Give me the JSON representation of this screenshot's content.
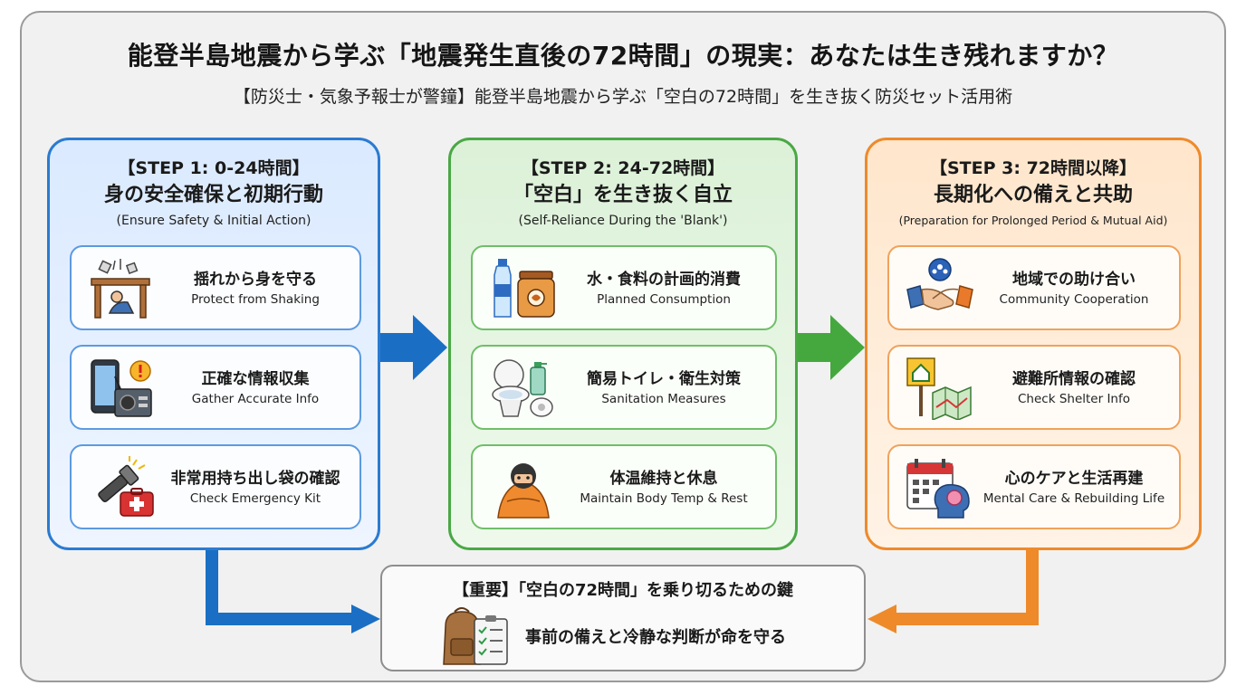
{
  "title": "能登半島地震から学ぶ「地震発生直後の72時間」の現実：あなたは生き残れますか？",
  "subtitle": "【防災士・気象予報士が警鐘】能登半島地震から学ぶ「空白の72時間」を生き抜く防災セット活用術",
  "colors": {
    "step1": "#2a7bd1",
    "step2": "#4aa845",
    "step3": "#ee8a2a"
  },
  "steps": [
    {
      "label": "【STEP 1: 0-24時間】",
      "title": "身の安全確保と初期行動",
      "title_en": "(Ensure Safety & Initial Action)",
      "items": [
        {
          "jp": "揺れから身を守る",
          "en": "Protect from Shaking",
          "icon": "desk-shelter-icon"
        },
        {
          "jp": "正確な情報収集",
          "en": "Gather Accurate Info",
          "icon": "phone-radio-icon"
        },
        {
          "jp": "非常用持ち出し袋の確認",
          "en": "Check Emergency Kit",
          "icon": "flashlight-first-aid-icon"
        }
      ]
    },
    {
      "label": "【STEP 2: 24-72時間】",
      "title": "「空白」を生き抜く自立",
      "title_en": "(Self-Reliance During the 'Blank')",
      "items": [
        {
          "jp": "水・食料の計画的消費",
          "en": "Planned Consumption",
          "icon": "water-food-icon"
        },
        {
          "jp": "簡易トイレ・衛生対策",
          "en": "Sanitation Measures",
          "icon": "toilet-sanitizer-icon"
        },
        {
          "jp": "体温維持と休息",
          "en": "Maintain Body Temp & Rest",
          "icon": "blanket-person-icon"
        }
      ]
    },
    {
      "label": "【STEP 3: 72時間以降】",
      "title": "長期化への備えと共助",
      "title_en": "(Preparation for Prolonged Period & Mutual Aid)",
      "items": [
        {
          "jp": "地域での助け合い",
          "en": "Community Cooperation",
          "icon": "handshake-icon"
        },
        {
          "jp": "避難所情報の確認",
          "en": "Check Shelter Info",
          "icon": "shelter-map-icon"
        },
        {
          "jp": "心のケアと生活再建",
          "en": "Mental Care & Rebuilding Life",
          "icon": "calendar-mind-icon"
        }
      ]
    }
  ],
  "key": {
    "title": "【重要】「空白の72時間」を乗り切るための鍵",
    "message": "事前の備えと冷静な判断が命を守る",
    "icon": "backpack-checklist-icon"
  }
}
